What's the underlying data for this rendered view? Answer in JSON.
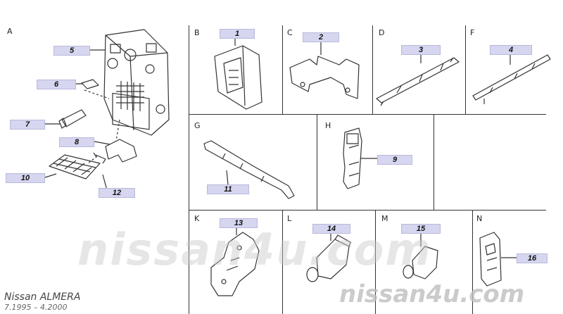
{
  "sections": [
    "A",
    "B",
    "C",
    "D",
    "F",
    "G",
    "H",
    "K",
    "L",
    "M",
    "N"
  ],
  "callouts": [
    "1",
    "2",
    "3",
    "4",
    "5",
    "6",
    "7",
    "8",
    "9",
    "10",
    "11",
    "12",
    "13",
    "14",
    "15",
    "16"
  ],
  "footer": {
    "model": "Nissan  ALMERA",
    "years": "7.1995  –  4.2000"
  },
  "watermark": {
    "large": "nissan4u.com",
    "small": "nissan4u.com"
  },
  "colors": {
    "line": "#333333",
    "callout_fill": "#d6d6f0"
  }
}
